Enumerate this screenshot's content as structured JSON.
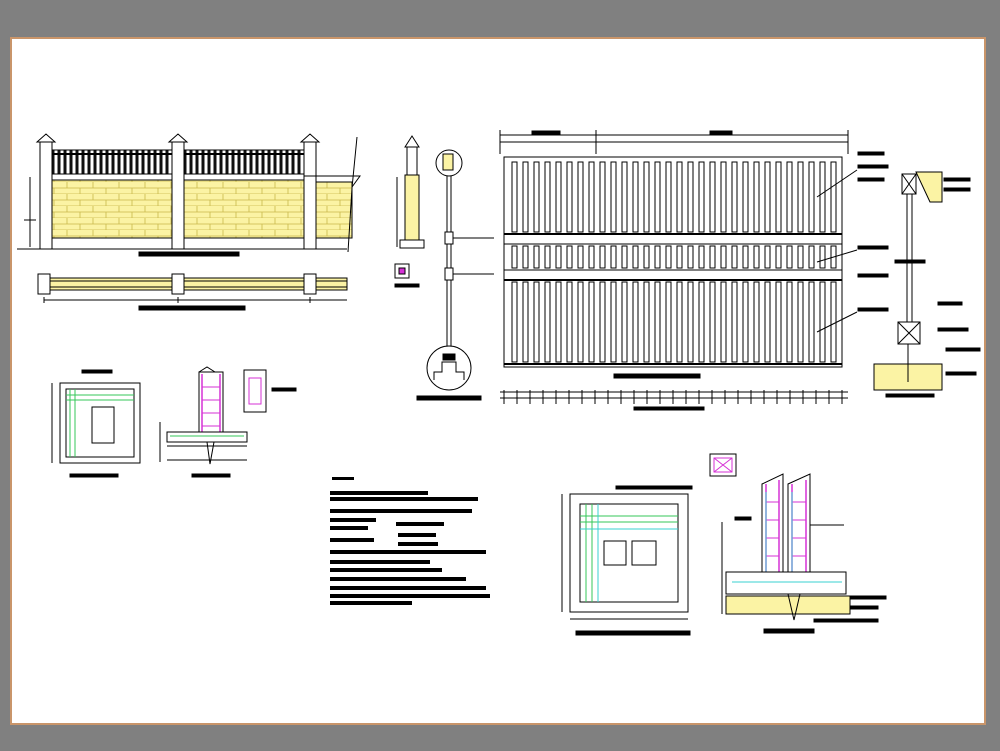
{
  "sheet": {
    "background": "#ffffff",
    "border_color": "#c9956a",
    "surround_color": "#808080"
  },
  "colors": {
    "line": "#000000",
    "fill_yellow": "#fbf3a4",
    "rebar_magenta": "#d632d6",
    "rebar_cyan": "#39d1d1",
    "rebar_green": "#34c75a"
  },
  "views": [
    {
      "id": "wall-elevation",
      "label_visible": false
    },
    {
      "id": "wall-plan",
      "label_visible": false
    },
    {
      "id": "column-section",
      "label_visible": false
    },
    {
      "id": "gate-hinge-post",
      "label_visible": false
    },
    {
      "id": "gate-elevation",
      "label_visible": false
    },
    {
      "id": "gate-plan",
      "label_visible": false
    },
    {
      "id": "gate-side-section",
      "label_visible": false
    },
    {
      "id": "small-footing-plan",
      "label_visible": false
    },
    {
      "id": "small-footing-section",
      "label_visible": false
    },
    {
      "id": "notes-block",
      "label_visible": false
    },
    {
      "id": "large-footing-plan",
      "label_visible": false
    },
    {
      "id": "large-footing-section",
      "label_visible": false
    }
  ]
}
